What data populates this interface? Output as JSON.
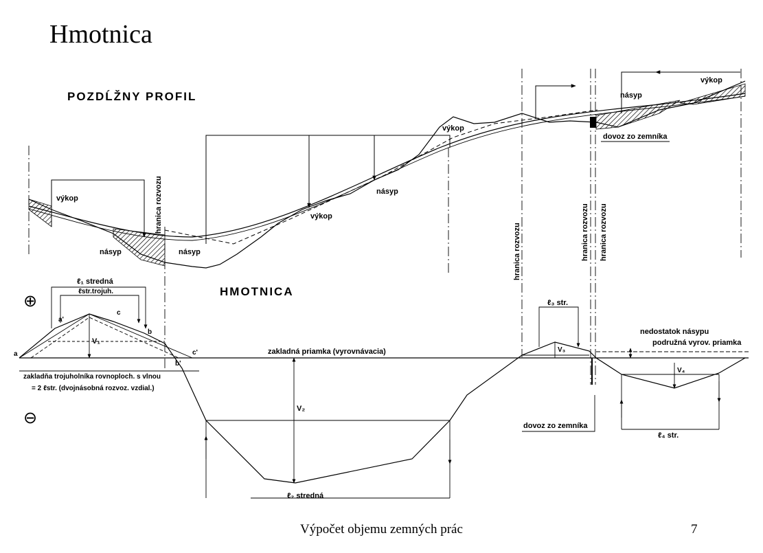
{
  "slide": {
    "title": "Hmotnica",
    "footer": "Výpočet objemu zemných prác",
    "page_number": "7"
  },
  "profile": {
    "heading": "POZDĹŽNY PROFIL",
    "vykop": "výkop",
    "nasyp": "násyp",
    "hranica_rozvozu": "hranica rozvozu",
    "dovoz_zo_zemnika": "dovoz zo zemníka"
  },
  "hmotnica": {
    "heading": "HMOTNICA",
    "plus_sign": "⊕",
    "minus_sign": "⊖",
    "l1_stredna": "ℓ₁ stredná",
    "l_str_trojuh": "ℓstr.trojuh.",
    "point_a": "a",
    "point_a_prime": "a'",
    "point_b": "b",
    "point_b_prime": "b'",
    "point_c": "c",
    "point_c_prime": "c'",
    "v1": "V₁",
    "v2": "V₂",
    "v3": "V₃",
    "v4": "V₄",
    "zakladna_priamka": "zakladná priamka (vyrovnávacia)",
    "zakladna_trojuholnika": "zakladňa trojuholníka rovnoploch. s vlnou",
    "dvojnasobna": "= 2 ℓstr. (dvojnásobná rozvoz. vzdial.)",
    "l2_stredna": "ℓ₂ stredná",
    "l3_str": "ℓ₃ str.",
    "l4_str": "ℓ₄ str.",
    "nedostatok_nasypu": "nedostatok násypu",
    "podruzna_priamka": "podružná vyrov. priamka",
    "dovoz_zo_zemnika": "dovoz zo zemníka"
  }
}
